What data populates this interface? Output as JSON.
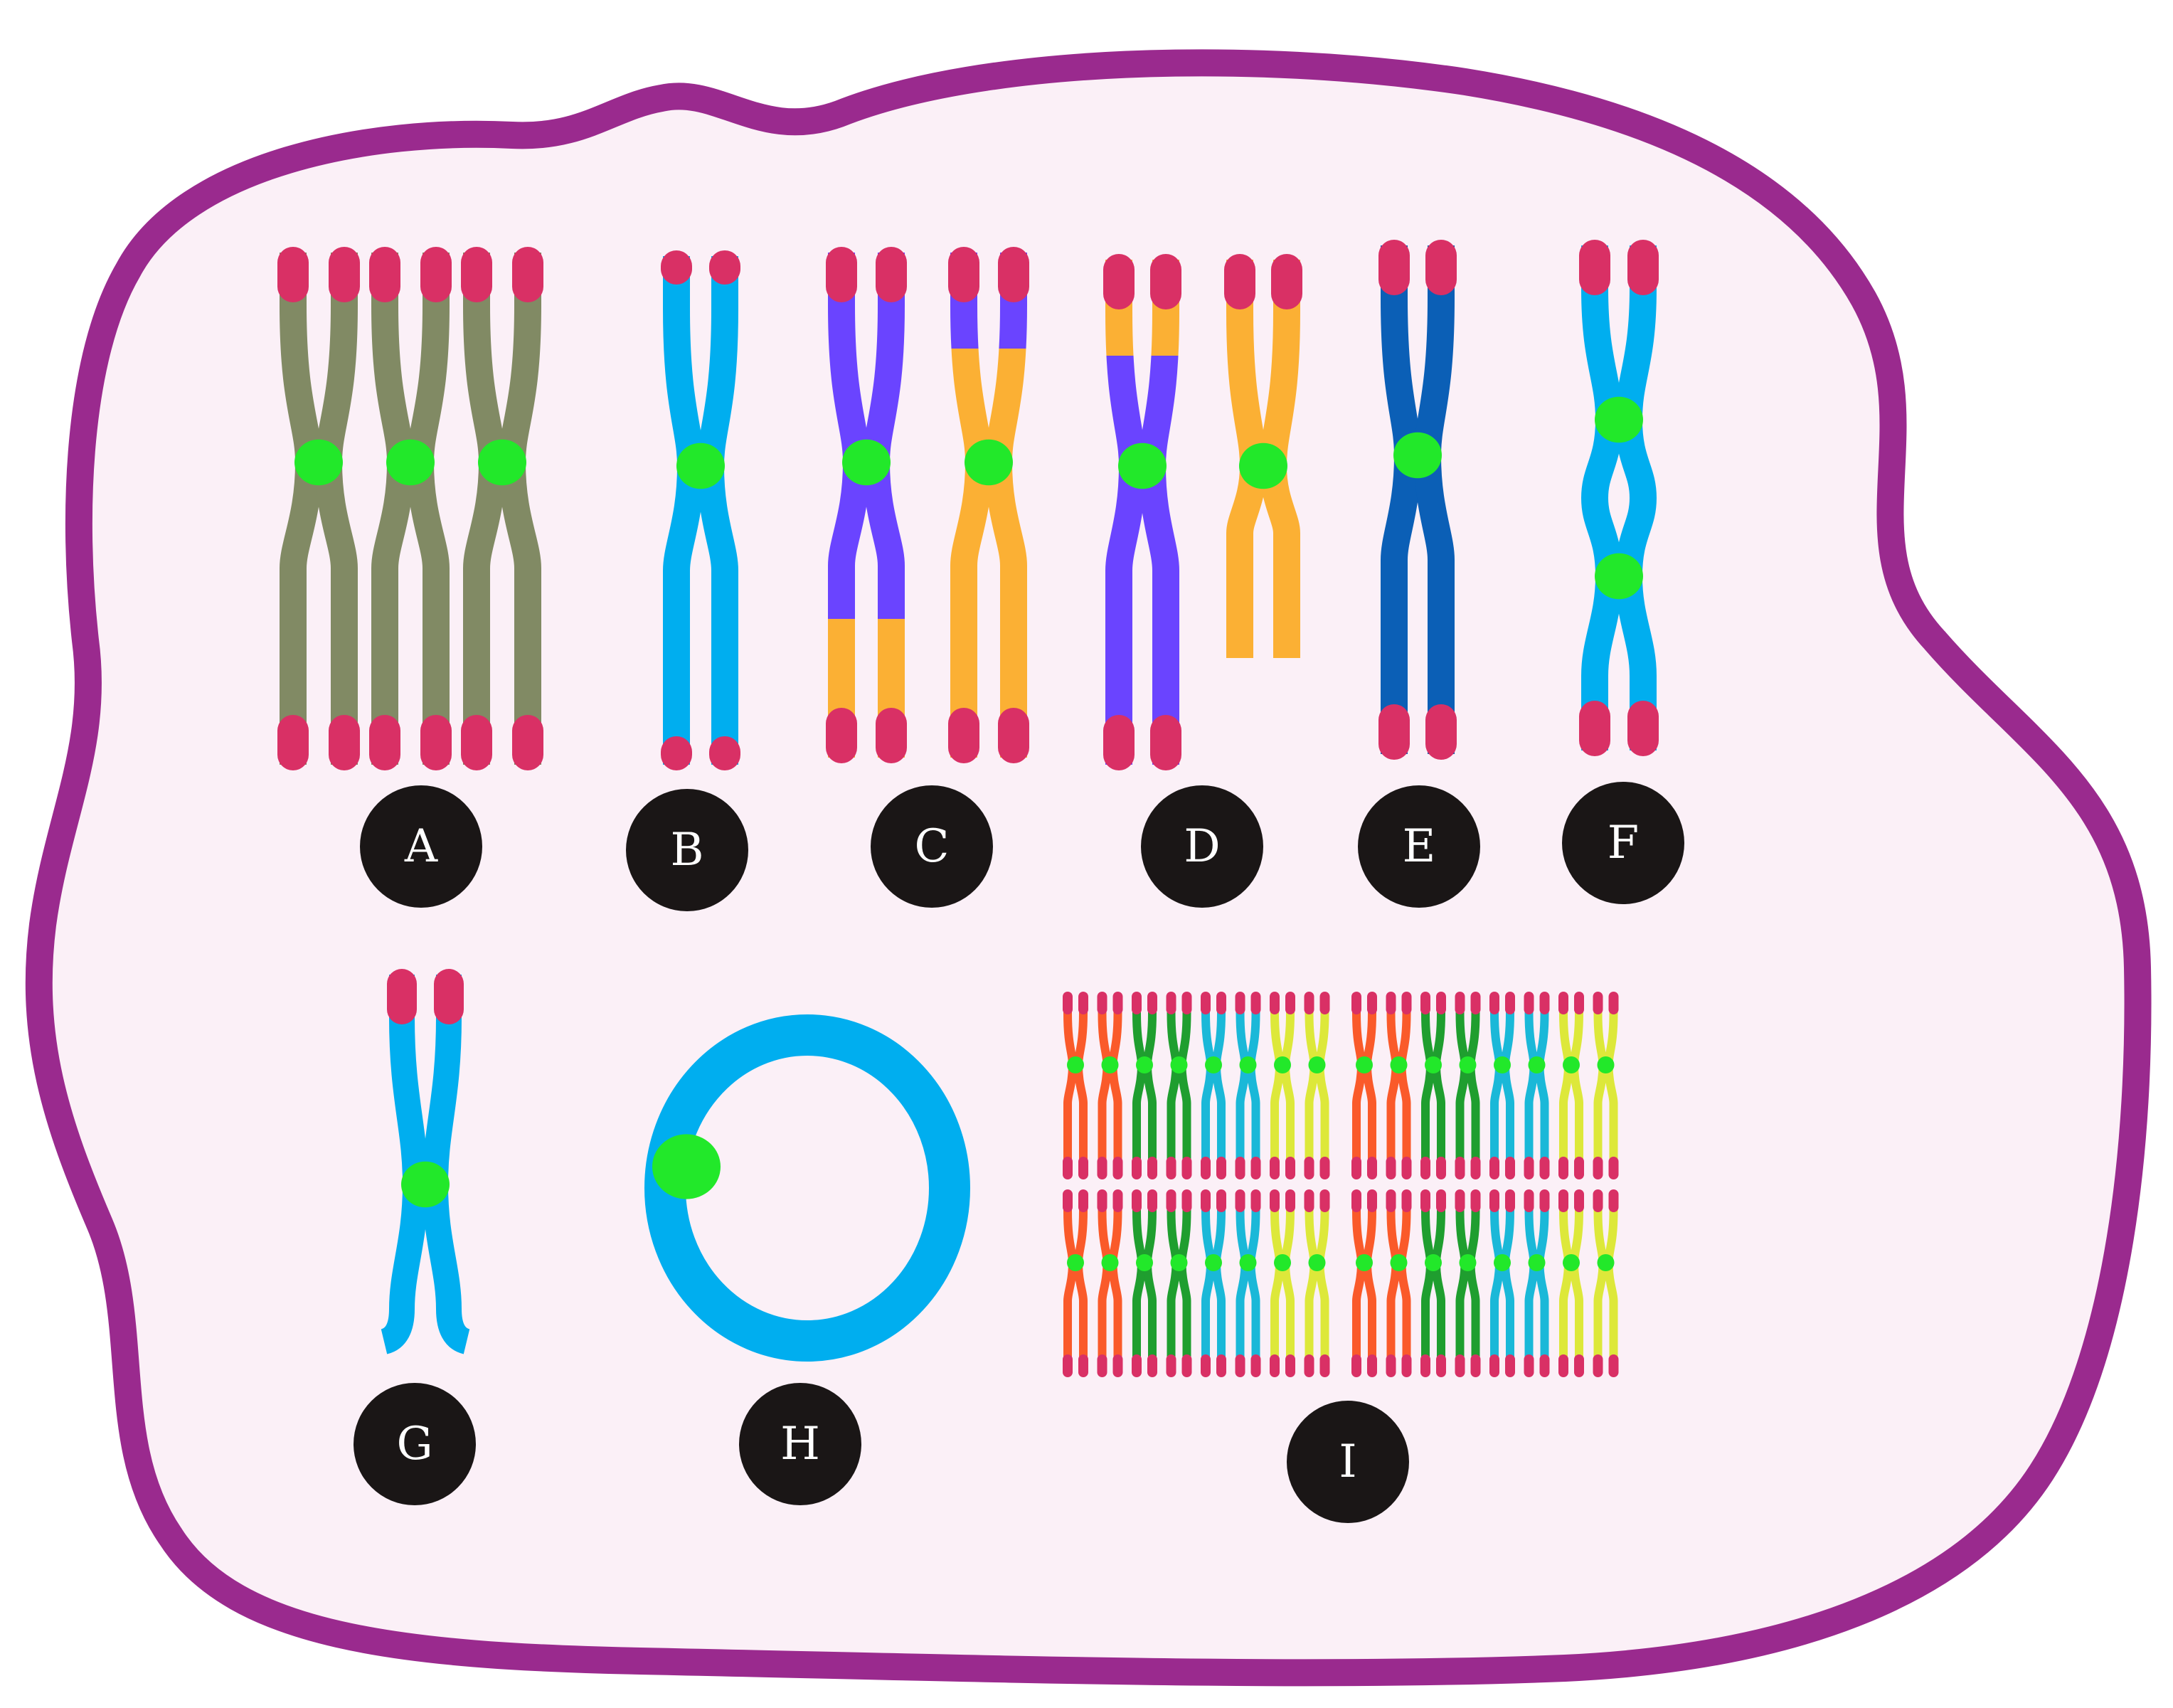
{
  "colors": {
    "outline": "#9a2a8e",
    "cell_fill": "#fbf0f7",
    "telomere": "#d93065",
    "centromere": "#22e82a",
    "olive": "#818a64",
    "sky": "#00aeef",
    "violet": "#6a44ff",
    "orange": "#fbb034",
    "navy": "#0b5fb6",
    "red_orange": "#fa5a2a",
    "green": "#1f9e2f",
    "cyan": "#1ab8d8",
    "lime": "#dde83a",
    "label_circle": "#1a1616",
    "label_text": "#ffffff"
  },
  "labels": {
    "A": "A",
    "B": "B",
    "C": "C",
    "D": "D",
    "E": "E",
    "F": "F",
    "G": "G",
    "H": "H",
    "I": "I"
  }
}
